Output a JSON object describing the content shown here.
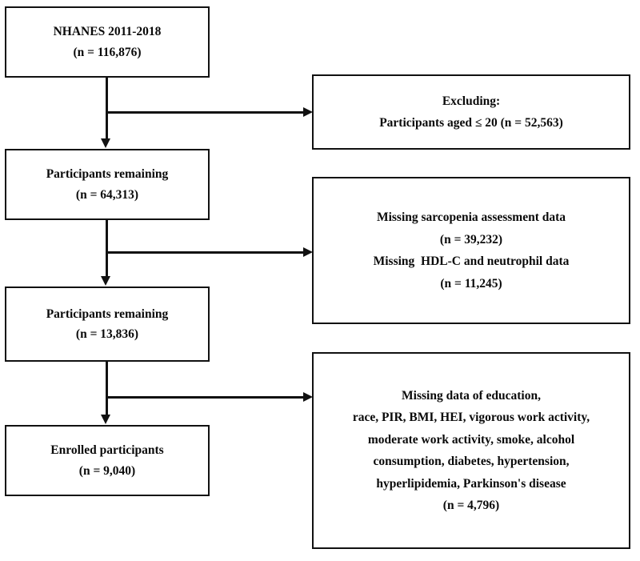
{
  "diagram": {
    "title": "NHANES 2011-2018 participant selection flow diagram",
    "type": "flowchart",
    "line_color": "#111111",
    "text_color": "#0a0a0a",
    "background": "#ffffff"
  },
  "nodes": {
    "source": {
      "name": "source-population",
      "lines": [
        "NHANES 2011-2018",
        "(n = 116,876)"
      ],
      "count": "116,876"
    },
    "remaining1": {
      "name": "participants-remaining-1",
      "lines": [
        "Participants remaining",
        "(n = 64,313)"
      ],
      "count": "64,313"
    },
    "remaining2": {
      "name": "participants-remaining-2",
      "lines": [
        "Participants remaining",
        "(n = 13,836)"
      ],
      "count": "13,836"
    },
    "enrolled": {
      "name": "enrolled-participants",
      "lines": [
        "Enrolled participants",
        "(n = 9,040)"
      ],
      "count": "9,040"
    },
    "exclude_age": {
      "name": "exclusion-age",
      "lines": [
        "Excluding:",
        "Participants aged ≤ 20 (n = 52,563)"
      ],
      "count": "52,563"
    },
    "exclude_data": {
      "name": "exclusion-missing-measures",
      "lines": [
        "Missing sarcopenia assessment data",
        "(n = 39,232)",
        "Missing  HDL-C and neutrophil data",
        "(n = 11,245)"
      ],
      "counts": [
        "39,232",
        "11,245"
      ]
    },
    "exclude_covars": {
      "name": "exclusion-missing-covariates",
      "lines": [
        "Missing data of education,",
        "race, PIR, BMI, HEI, vigorous work activity,",
        "moderate work activity, smoke, alcohol",
        "consumption, diabetes, hypertension,",
        "hyperlipidemia, Parkinson's disease",
        "(n = 4,796)"
      ],
      "count": "4,796"
    }
  },
  "edges": [
    {
      "name": "edge-source-to-remaining1",
      "from": "source",
      "to": "remaining1",
      "direction": "down"
    },
    {
      "name": "edge-branch-to-exclude-age",
      "from": "source",
      "to": "exclude_age",
      "direction": "right"
    },
    {
      "name": "edge-remaining1-to-remaining2",
      "from": "remaining1",
      "to": "remaining2",
      "direction": "down"
    },
    {
      "name": "edge-branch-to-exclude-data",
      "from": "remaining1",
      "to": "exclude_data",
      "direction": "right"
    },
    {
      "name": "edge-remaining2-to-enrolled",
      "from": "remaining2",
      "to": "enrolled",
      "direction": "down"
    },
    {
      "name": "edge-branch-to-exclude-covars",
      "from": "remaining2",
      "to": "exclude_covars",
      "direction": "right"
    }
  ]
}
